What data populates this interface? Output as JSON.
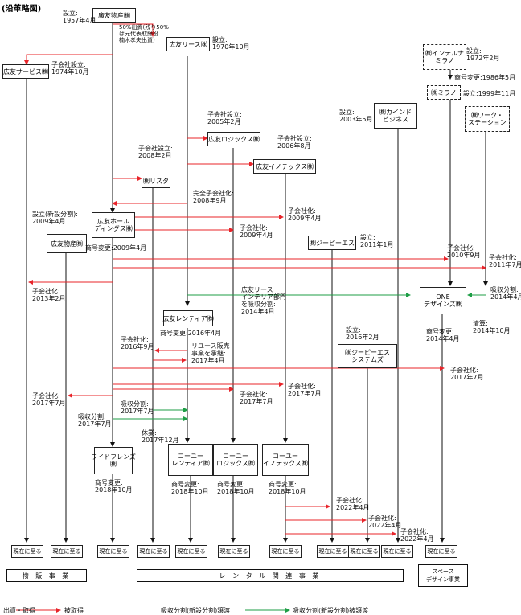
{
  "title": "(沿革略図)",
  "companies": {
    "hiroyu_bussan": "廣友物産㈱",
    "hiroyu_lease": "広友リース㈱",
    "hiroyu_service": "広友サービス㈱",
    "interna_milano": "㈱インテルナ\nミラノ",
    "milano": "㈱ミラノ",
    "work_station": "㈱ワーク・\nステーション",
    "kaind": "㈱カインド\nビジネス",
    "logistics": "広友ロジックス㈱",
    "innotex": "広友イノテックス㈱",
    "lista": "㈱リスタ",
    "holdings": "広友ホール\nディングス㈱",
    "bussan2": "広友物産㈱",
    "gpes": "㈱ジーピーエス",
    "one_designs": "ONE\nデザインズ㈱",
    "rentia": "広友レンティア㈱",
    "gpes_sys": "㈱ジーピーエス\nシステムズ",
    "wide_friends": "ワイドフレンズ\n㈱",
    "coyu_rentia": "コーユー\nレンティア㈱",
    "coyu_logistics": "コーユー\nロジックス㈱",
    "coyu_innotex": "コーユー\nイノテックス㈱"
  },
  "notes": {
    "n1": "設立:\n1957年4月",
    "n2": "50%出資(残り50%\nは元代表取締役\n楠木孝夫出資)",
    "n3": "設立:\n1970年10月",
    "n4": "子会社設立:\n1974年10月",
    "n5": "設立:\n1972年2月",
    "n6": "商号変更:1986年5月",
    "n7": "設立:1999年11月",
    "n8": "子会社設立:\n2005年2月",
    "n9": "設立:\n2003年5月",
    "n10": "子会社設立:\n2006年8月",
    "n11": "子会社設立:\n2008年2月",
    "n12": "完全子会社化:\n2008年9月",
    "n13": "設立(新設分割):\n2009年4月",
    "n14": "子会社化:\n2009年4月",
    "n15": "子会社化:\n2009年4月",
    "n16": "設立:\n2011年1月",
    "n17": "商号変更:2009年4月",
    "n18": "子会社化:\n2010年9月",
    "n19": "子会社化:\n2011年7月",
    "n20": "子会社化:\n2013年2月",
    "n21": "広友リース\nインテリア部門\nを吸収分割:\n2014年4月",
    "n22": "吸収分割:\n2014年4月",
    "n23": "清算:\n2014年10月",
    "n24": "商号変更:2016年4月",
    "n25": "商号変更:\n2014年4月",
    "n26": "設立:\n2016年2月",
    "n27": "子会社化:\n2016年9月",
    "n28": "リユース販売\n事業を承継:\n2017年4月",
    "n29": "子会社化:\n2017年7月",
    "n30": "子会社化:\n2017年7月",
    "n31": "子会社化:\n2017年7月",
    "n32": "子会社化:\n2017年7月",
    "n33": "吸収分割:\n2017年7月",
    "n34": "吸収分割:\n2017年7月",
    "n35": "休業:\n2017年12月",
    "n36": "商号変更:\n2018年10月",
    "n37": "商号変更:\n2018年10月",
    "n38": "商号変更:\n2018年10月",
    "n39": "商号変更:\n2018年10月",
    "n40": "子会社化:\n2022年4月",
    "n41": "子会社化:\n2022年4月",
    "n42": "子会社化:\n2022年4月"
  },
  "end_label": "現在に至る",
  "segments": {
    "bussan": "物 販 事 業",
    "rental": "レ ン タ ル 関 連 事 業",
    "space": "スペース\nデザイン事業"
  },
  "legend": {
    "red": "出資・取得",
    "red_to": "被取得",
    "green": "吸収分割(新設分割)譲渡",
    "green_to": "吸収分割(新設分割)被譲渡",
    "red_color": "#e8242a",
    "green_color": "#1e9e46"
  }
}
